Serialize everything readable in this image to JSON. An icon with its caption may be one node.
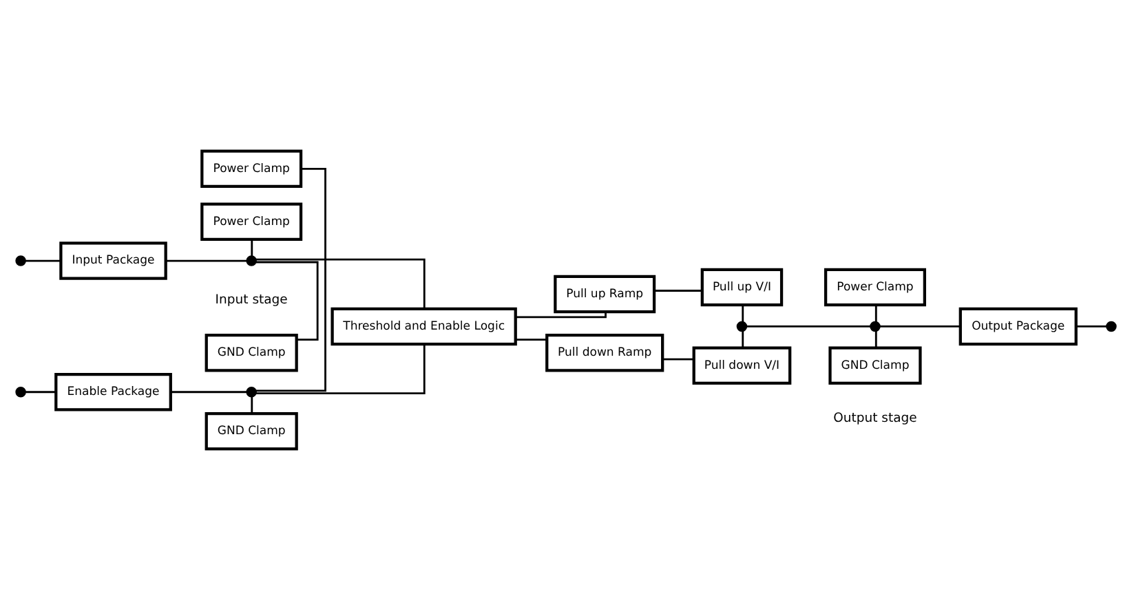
{
  "diagram": {
    "nodes": [
      {
        "text": [],
        "shape": "circle"
      },
      {
        "text": [
          "Input Package"
        ]
      },
      {
        "text": [
          "Power Clamp"
        ]
      },
      {
        "text": [],
        "shape": "circle"
      },
      {
        "text": [
          "GND Clamp"
        ]
      },
      {
        "text": [
          "Threshold and Enable Logic"
        ]
      },
      {
        "text": [
          "Power Clamp"
        ]
      },
      {
        "text": [],
        "shape": "circle"
      },
      {
        "text": [
          "Enable Package"
        ]
      },
      {
        "text": [],
        "shape": "circle"
      },
      {
        "text": [
          "GND Clamp"
        ]
      },
      {
        "text": [
          "Pull up Ramp"
        ]
      },
      {
        "text": [
          "Pull up V/I"
        ]
      },
      {
        "text": [
          "Power Clamp"
        ]
      },
      {
        "text": [
          "Pull down Ramp"
        ]
      },
      {
        "text": [
          "Pull down V/I"
        ]
      },
      {
        "text": [],
        "shape": "circle"
      },
      {
        "text": [],
        "shape": "circle"
      },
      {
        "text": [
          "GND Clamp"
        ]
      },
      {
        "text": [
          "Output Package"
        ]
      },
      {
        "text": [],
        "shape": "circle"
      }
    ],
    "edges": [
      {
        "from": 0,
        "to": 1,
        "arrow": "none"
      },
      {
        "from": 1,
        "to": 3,
        "arrow": "none"
      },
      {
        "from": 2,
        "to": 3,
        "arrow": "none"
      },
      {
        "from": 3,
        "to": 4,
        "arrow": "none"
      },
      {
        "from": 3,
        "to": 5,
        "arrow": "none"
      },
      {
        "from": 7,
        "to": 8,
        "arrow": "none"
      },
      {
        "from": 8,
        "to": 9,
        "arrow": "none"
      },
      {
        "from": 6,
        "to": 9,
        "arrow": "none"
      },
      {
        "from": 9,
        "to": 10,
        "arrow": "none"
      },
      {
        "from": 9,
        "to": 5,
        "arrow": "none"
      },
      {
        "from": 5,
        "to": 11,
        "arrow": "none"
      },
      {
        "from": 5,
        "to": 14,
        "arrow": "none"
      },
      {
        "from": 11,
        "to": 12,
        "arrow": "none"
      },
      {
        "from": 14,
        "to": 15,
        "arrow": "none"
      },
      {
        "from": 12,
        "to": 16,
        "arrow": "none"
      },
      {
        "from": 16,
        "to": 15,
        "arrow": "none"
      },
      {
        "from": 16,
        "to": 17,
        "arrow": "none"
      },
      {
        "from": 13,
        "to": 17,
        "arrow": "none"
      },
      {
        "from": 17,
        "to": 18,
        "arrow": "none"
      },
      {
        "from": 17,
        "to": 19,
        "arrow": "none"
      },
      {
        "from": 19,
        "to": 20,
        "arrow": "none"
      }
    ],
    "labels": [
      "Input stage",
      "Output stage"
    ]
  }
}
